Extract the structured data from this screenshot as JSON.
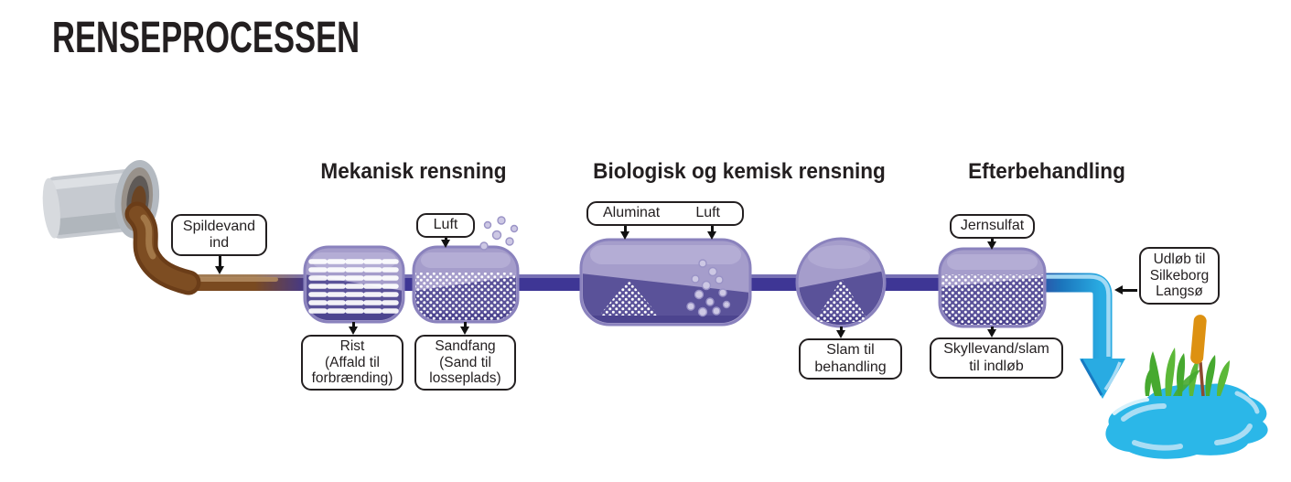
{
  "title": "RENSEPROCESSEN",
  "sections": {
    "mechanical": "Mekanisk rensning",
    "biological": "Biologisk og kemisk rensning",
    "post": "Efterbehandling"
  },
  "callouts": {
    "spildevand": {
      "lines": [
        "Spildevand",
        "ind"
      ]
    },
    "luft_sandfang": {
      "label": "Luft"
    },
    "aluminat": {
      "label": "Aluminat"
    },
    "luft_bio": {
      "label": "Luft"
    },
    "jernsulfat": {
      "label": "Jernsulfat"
    },
    "rist": {
      "lines": [
        "Rist",
        "(Affald til",
        "forbrænding)"
      ]
    },
    "sandfang": {
      "lines": [
        "Sandfang",
        "(Sand til",
        "losseplads)"
      ]
    },
    "slam": {
      "lines": [
        "Slam til",
        "behandling"
      ]
    },
    "skyllevand": {
      "lines": [
        "Skyllevand/slam",
        "til indløb"
      ]
    },
    "udlob": {
      "lines": [
        "Udløb til",
        "Silkeborg",
        "Langsø"
      ]
    }
  },
  "colors": {
    "ink": "#231f20",
    "tank_light": "#a59dcb",
    "tank_gloss": "#b9b3d8",
    "tank_dark": "#5a5299",
    "tank_rim": "#4a428d",
    "tank_stroke": "#8a82bd",
    "pipe_indigo": "#3e3695",
    "sewage_brown": "#7d4d22",
    "outflow_blue": "#29abe2",
    "outflow_blue_mid": "#1b75bc",
    "outflow_highlight": "#a9dcf5",
    "lake_blue": "#2bb7e8",
    "lake_highlight": "#a9ddf4",
    "reed_green": "#46a92f",
    "reed_green_light": "#5cb838",
    "cattail_orange": "#dd9111",
    "cattail_stem": "#8c4a2f",
    "inlet_pipe_gray": "#c6cad0"
  }
}
